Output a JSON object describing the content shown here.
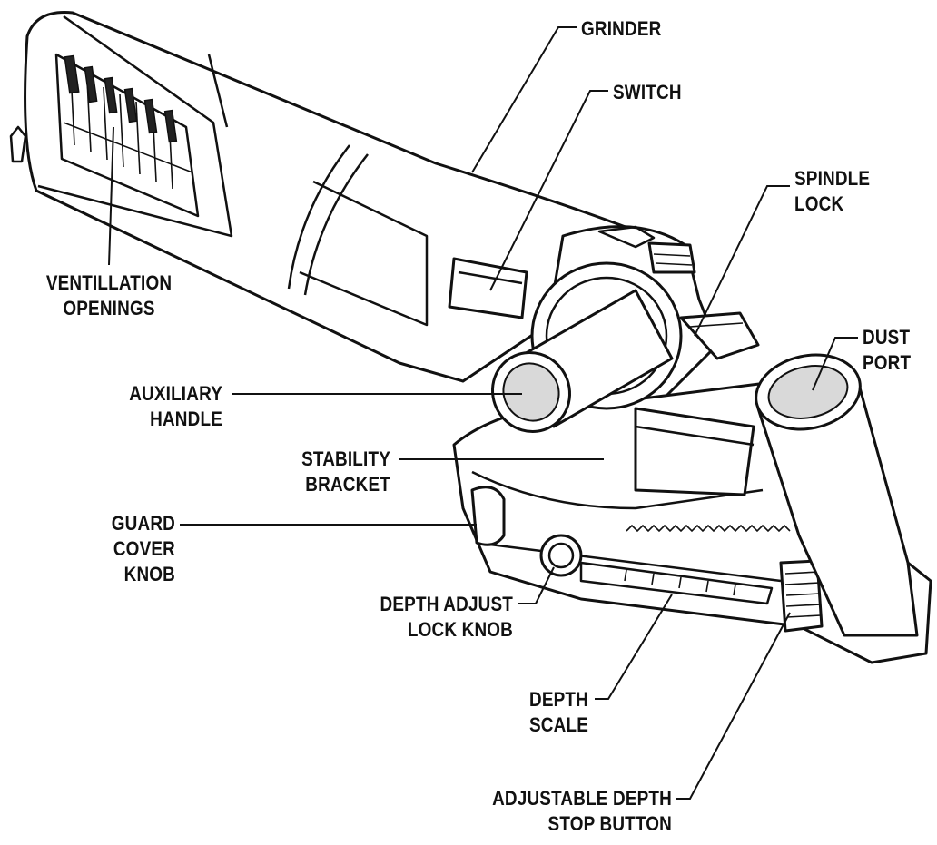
{
  "labels": {
    "grinder": [
      "GRINDER"
    ],
    "switch": [
      "SWITCH"
    ],
    "spindle_lock": [
      "SPINDLE",
      "LOCK"
    ],
    "ventillation_openings": [
      "VENTILLATION",
      "OPENINGS"
    ],
    "dust_port": [
      "DUST",
      "PORT"
    ],
    "auxiliary_handle": [
      "AUXILIARY",
      "HANDLE"
    ],
    "stability_bracket": [
      "STABILITY",
      "BRACKET"
    ],
    "guard_cover_knob": [
      "GUARD",
      "COVER",
      "KNOB"
    ],
    "depth_adjust_lock_knob": [
      "DEPTH ADJUST",
      "LOCK KNOB"
    ],
    "depth_scale": [
      "DEPTH",
      "SCALE"
    ],
    "adjustable_depth_stop_button": [
      "ADJUSTABLE DEPTH",
      "STOP BUTTON"
    ]
  }
}
